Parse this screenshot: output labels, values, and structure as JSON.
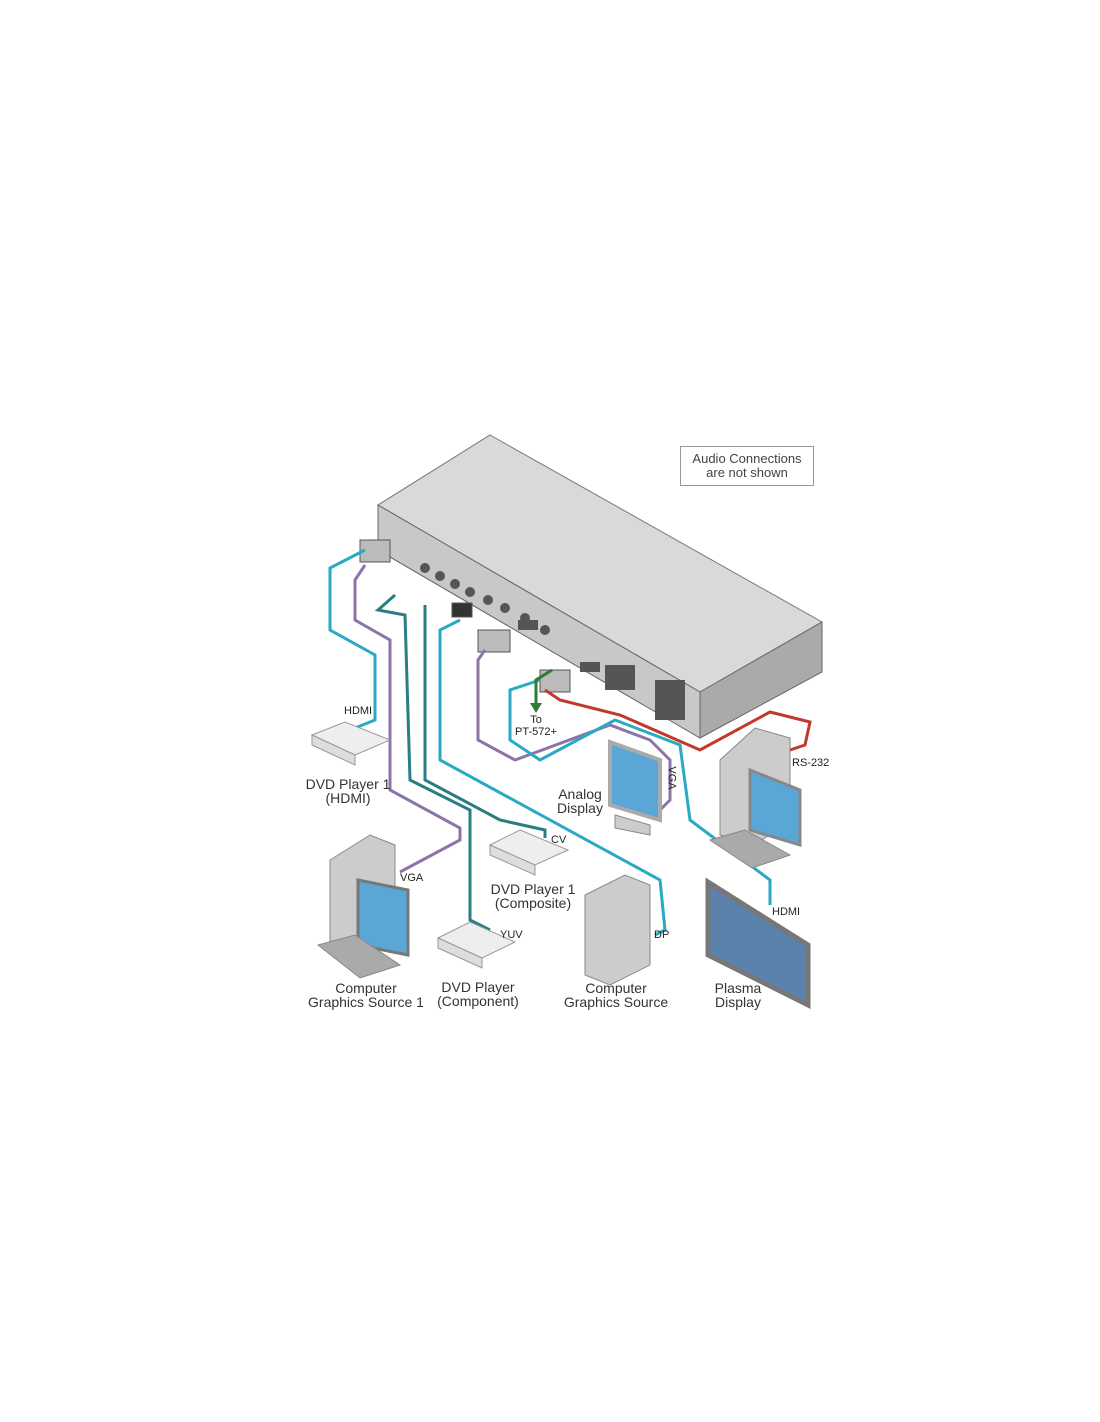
{
  "note": {
    "line1": "Audio Connections",
    "line2": "are not shown"
  },
  "connections": {
    "hdmi_in": "HDMI",
    "vga_in": "VGA",
    "cv": "CV",
    "yuv": "YUV",
    "dp": "DP",
    "vga_out": "VGA",
    "hdmi_out": "HDMI",
    "rs232": "RS-232",
    "to_pt_line1": "To",
    "to_pt_line2": "PT-572+"
  },
  "devices": {
    "dvd_hdmi": {
      "line1": "DVD Player 1",
      "line2": "(HDMI)"
    },
    "dvd_composite": {
      "line1": "DVD Player 1",
      "line2": "(Composite)"
    },
    "dvd_component": {
      "line1": "DVD Player",
      "line2": "(Component)"
    },
    "pc1": {
      "line1": "Computer",
      "line2": "Graphics Source 1"
    },
    "pc2": {
      "line1": "Computer",
      "line2": "Graphics Source"
    },
    "analog_display": {
      "line1": "Analog",
      "line2": "Display"
    },
    "plasma": {
      "line1": "Plasma",
      "line2": "Display"
    }
  },
  "colors": {
    "hdmi": "#29a9c4",
    "vga": "#8c74a8",
    "component": "#2a7d80",
    "rs232": "#c0392b",
    "ethernet": "#2e7d32"
  }
}
